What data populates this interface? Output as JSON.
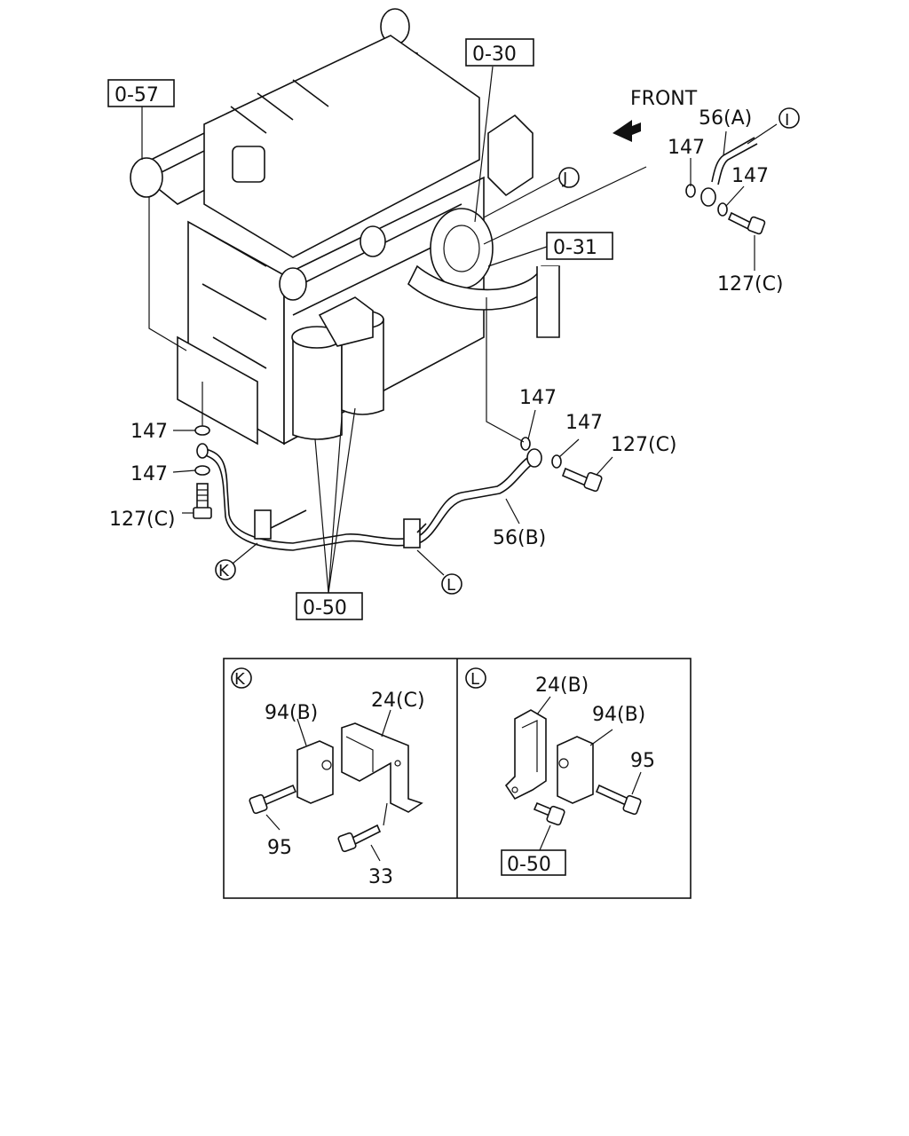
{
  "front_label": "FRONT",
  "refs": {
    "r057": "0-57",
    "r030": "0-30",
    "r031": "0-31",
    "r050a": "0-50",
    "r050b": "0-50"
  },
  "markers": {
    "I": "I",
    "J": "J",
    "K": "K",
    "L": "L"
  },
  "labels": {
    "p56a": "56(A)",
    "p147a": "147",
    "p147b": "147",
    "p127a": "127(C)",
    "p147c": "147",
    "p147d": "147",
    "p127b": "127(C)",
    "p56b": "56(B)",
    "p147e": "147",
    "p147f": "147",
    "p127c": "127(C)"
  },
  "detail_k": {
    "marker": "K",
    "p94": "94(B)",
    "p24": "24(C)",
    "p95": "95",
    "p33": "33"
  },
  "detail_l": {
    "marker": "L",
    "p24": "24(B)",
    "p94": "94(B)",
    "p95": "95"
  }
}
